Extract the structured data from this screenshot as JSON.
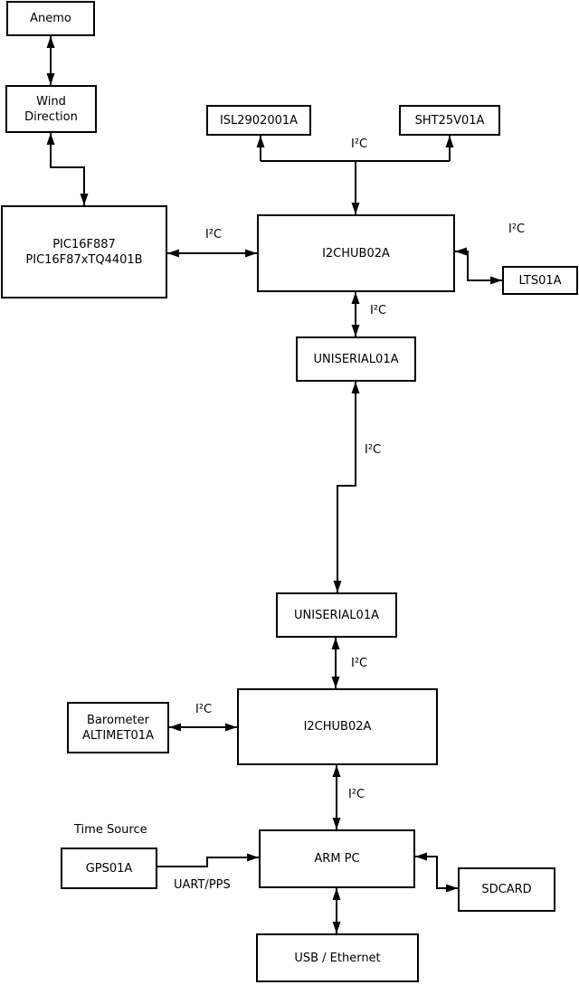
{
  "colors": {
    "background": "#ffffff",
    "line": "#000000",
    "text": "#000000"
  },
  "labels": {
    "i2c_bus": "I²C",
    "uart_pps": "UART/PPS",
    "time_source": "Time Source"
  },
  "nodes": {
    "anemo": {
      "label": "Anemo"
    },
    "wind_direction": {
      "line1": "Wind",
      "line2": "Direction"
    },
    "pic_mcu": {
      "line1": "PIC16F887",
      "line2": "PIC16F87xTQ4401B"
    },
    "isl_sensor": {
      "label": "ISL2902001A"
    },
    "sht_sensor": {
      "label": "SHT25V01A"
    },
    "i2c_hub_top": {
      "label": "I2CHUB02A"
    },
    "lts_sensor": {
      "label": "LTS01A"
    },
    "uniserial_top": {
      "label": "UNISERIAL01A"
    },
    "uniserial_bottom": {
      "label": "UNISERIAL01A"
    },
    "i2c_hub_bottom": {
      "label": "I2CHUB02A"
    },
    "barometer": {
      "line1": "Barometer",
      "line2": "ALTIMET01A"
    },
    "gps": {
      "label": "GPS01A"
    },
    "arm_pc": {
      "label": "ARM PC"
    },
    "sdcard": {
      "label": "SDCARD"
    },
    "usb_ethernet": {
      "label": "USB / Ethernet"
    }
  }
}
